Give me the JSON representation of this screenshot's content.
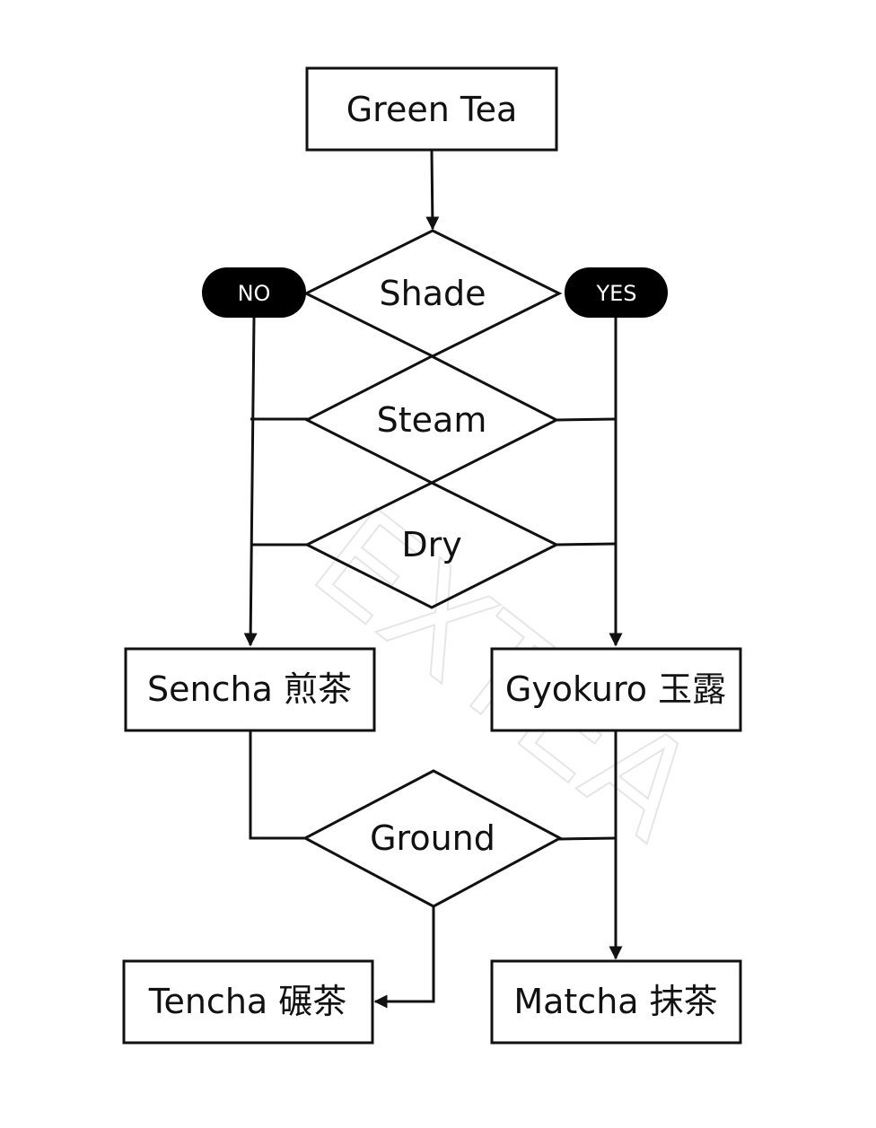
{
  "watermark": "EXTEA",
  "nodes": {
    "green_tea": "Green Tea",
    "shade": "Shade",
    "steam": "Steam",
    "dry": "Dry",
    "sencha": "Sencha 煎茶",
    "gyokuro": "Gyokuro 玉露",
    "ground": "Ground",
    "tencha": "Tencha 碾茶",
    "matcha": "Matcha 抹茶"
  },
  "branches": {
    "no": "NO",
    "yes": "YES"
  }
}
